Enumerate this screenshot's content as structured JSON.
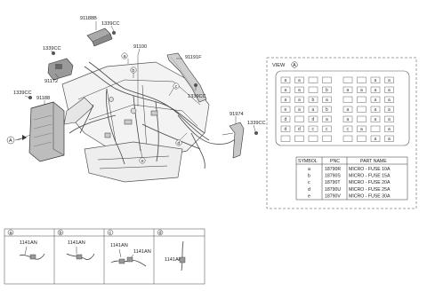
{
  "callouts": {
    "p91188B": "91188B",
    "p1339CC_top": "1339CC",
    "p1339CC_left1": "1339CC",
    "p91172": "91172",
    "p1339CC_left2": "1339CC",
    "p91188": "91188",
    "p91100": "91100",
    "p91191F": "91191F",
    "p1339CC_mid": "1339CC",
    "p91974": "91974",
    "p1339CC_right": "1339CC",
    "circle_a": "a",
    "circle_b": "b",
    "circle_c": "c",
    "circle_d": "d",
    "circle_e": "e",
    "circle_A": "A"
  },
  "view": {
    "label": "VIEW",
    "circle": "A",
    "fuse_rows": [
      [
        "a",
        "a",
        "",
        "",
        "",
        "",
        "a",
        "a"
      ],
      [
        "a",
        "a",
        "",
        "b",
        "a",
        "a",
        "a",
        "a"
      ],
      [
        "a",
        "a",
        "b",
        "a",
        "",
        "",
        "a",
        "a"
      ],
      [
        "e",
        "a",
        "a",
        "b",
        "a",
        "",
        "a",
        "a"
      ],
      [
        "d",
        "",
        "d",
        "a",
        "a",
        "",
        "a",
        "a"
      ],
      [
        "d",
        "d",
        "c",
        "c",
        "c",
        "a",
        "",
        "a"
      ],
      [
        "",
        "",
        "",
        "",
        "",
        "",
        "a",
        "a"
      ]
    ]
  },
  "symbol_table": {
    "headers": [
      "SYMBOL",
      "PNC",
      "PART NAME"
    ],
    "rows": [
      [
        "a",
        "18790R",
        "MICRO - FUSE 10A"
      ],
      [
        "b",
        "18790S",
        "MICRO - FUSE 15A"
      ],
      [
        "c",
        "18790T",
        "MICRO - FUSE 20A"
      ],
      [
        "d",
        "18790U",
        "MICRO - FUSE 25A"
      ],
      [
        "e",
        "18790V",
        "MICRO - FUSE 30A"
      ]
    ]
  },
  "detail_panels": [
    {
      "letter": "a",
      "parts": [
        "1141AN"
      ]
    },
    {
      "letter": "b",
      "parts": [
        "1141AN"
      ]
    },
    {
      "letter": "c",
      "parts": [
        "1141AN",
        "1141AN"
      ]
    },
    {
      "letter": "d",
      "parts": [
        "1141AN"
      ]
    }
  ]
}
